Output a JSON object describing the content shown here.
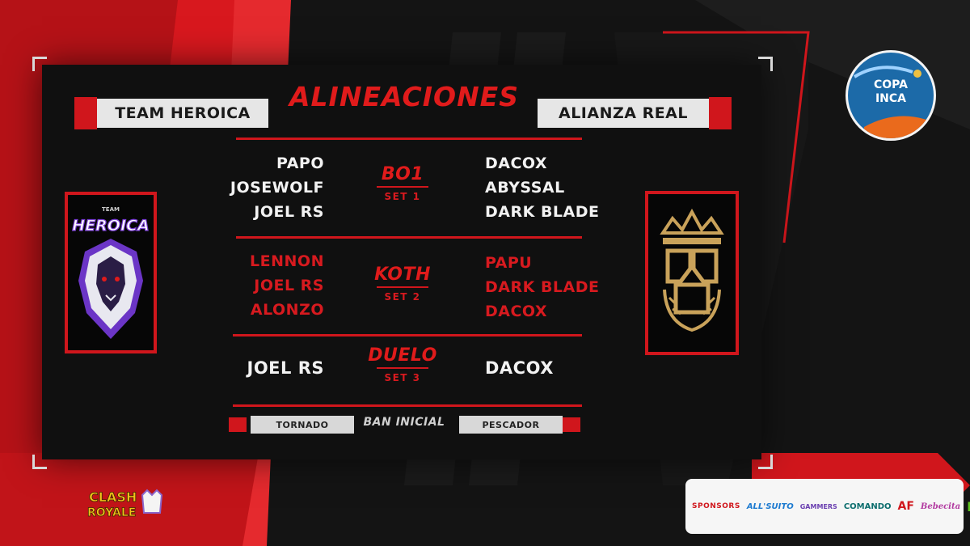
{
  "title": "ALINEACIONES",
  "teams": {
    "left": "TEAM HEROICA",
    "right": "ALIANZA REAL"
  },
  "logos": {
    "left_text": "HEROICA",
    "left_small": "TEAM"
  },
  "sets": [
    {
      "format": "BO1",
      "label": "SET 1",
      "left": [
        "PAPO",
        "JOSEWOLF",
        "JOEL RS"
      ],
      "right": [
        "DACOX",
        "ABYSSAL",
        "DARK BLADE"
      ]
    },
    {
      "format": "KOTH",
      "label": "SET 2",
      "left": [
        "LENNON",
        "JOEL RS",
        "ALONZO"
      ],
      "right": [
        "PAPU",
        "DARK BLADE",
        "DACOX"
      ]
    },
    {
      "format": "DUELO",
      "label": "SET 3",
      "left": [
        "JOEL RS"
      ],
      "right": [
        "DACOX"
      ]
    }
  ],
  "ban": {
    "label": "BAN INICIAL",
    "left": "TORNADO",
    "right": "PESCADOR"
  },
  "copa": {
    "line1": "COPA",
    "line2": "INCA"
  },
  "game_logo": {
    "line1": "CLASH",
    "line2": "ROYALE"
  },
  "sponsors": {
    "label": "SPONSORS",
    "items": [
      "ALL'SUITO",
      "GAMMERS",
      "COMANDO",
      "AF",
      "Bebecita",
      "RK"
    ]
  },
  "colors": {
    "accent_red": "#d0161c",
    "background": "#121212",
    "bar_grey": "#e6e6e6"
  }
}
